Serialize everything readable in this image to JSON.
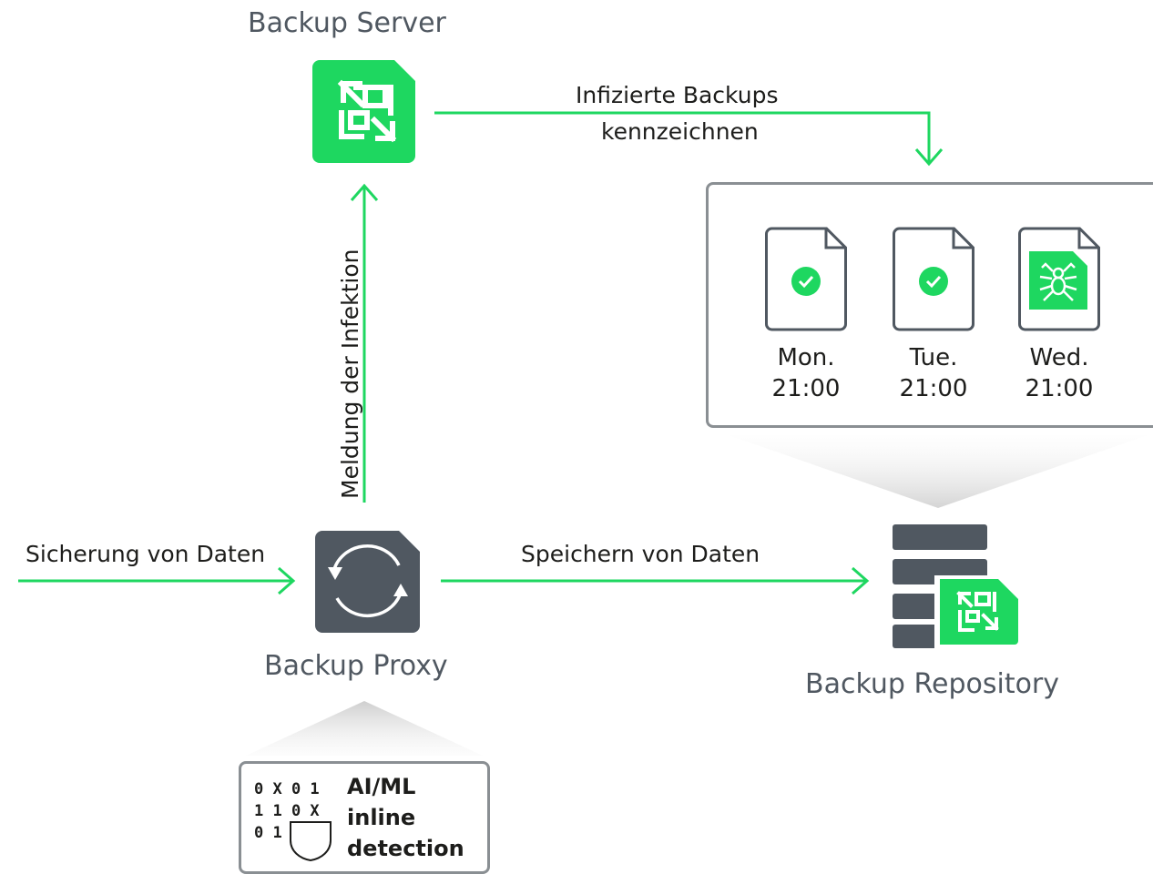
{
  "colors": {
    "accent": "#1ed760",
    "accent_dark": "#00b336",
    "node_gray": "#505861",
    "frame_gray": "#8a8f93"
  },
  "nodes": {
    "backup_server": {
      "title": "Backup Server",
      "icon": "veeam-server-icon"
    },
    "backup_proxy": {
      "title": "Backup Proxy",
      "icon": "sync-arrows-icon"
    },
    "backup_repository": {
      "title": "Backup Repository",
      "icon": "server-stack-icon"
    }
  },
  "edges": {
    "mark_infected": {
      "line1": "Infizierte Backups",
      "line2": "kennzeichnen"
    },
    "report_infection": "Meldung der Infektion",
    "backup_data": "Sicherung von Daten",
    "store_data": "Speichern von Daten"
  },
  "repository_files": [
    {
      "day": "Mon.",
      "time": "21:00",
      "status": "clean",
      "icon": "check-circle-icon"
    },
    {
      "day": "Tue.",
      "time": "21:00",
      "status": "clean",
      "icon": "check-circle-icon"
    },
    {
      "day": "Wed.",
      "time": "21:00",
      "status": "infected",
      "icon": "spider-icon"
    }
  ],
  "ai_detection": {
    "line1": "AI/ML",
    "line2": "inline",
    "line3": "detection",
    "binary_rows": [
      "0 X 0 1",
      "1 1 0 X",
      "0 1"
    ],
    "icon": "shield-icon"
  }
}
